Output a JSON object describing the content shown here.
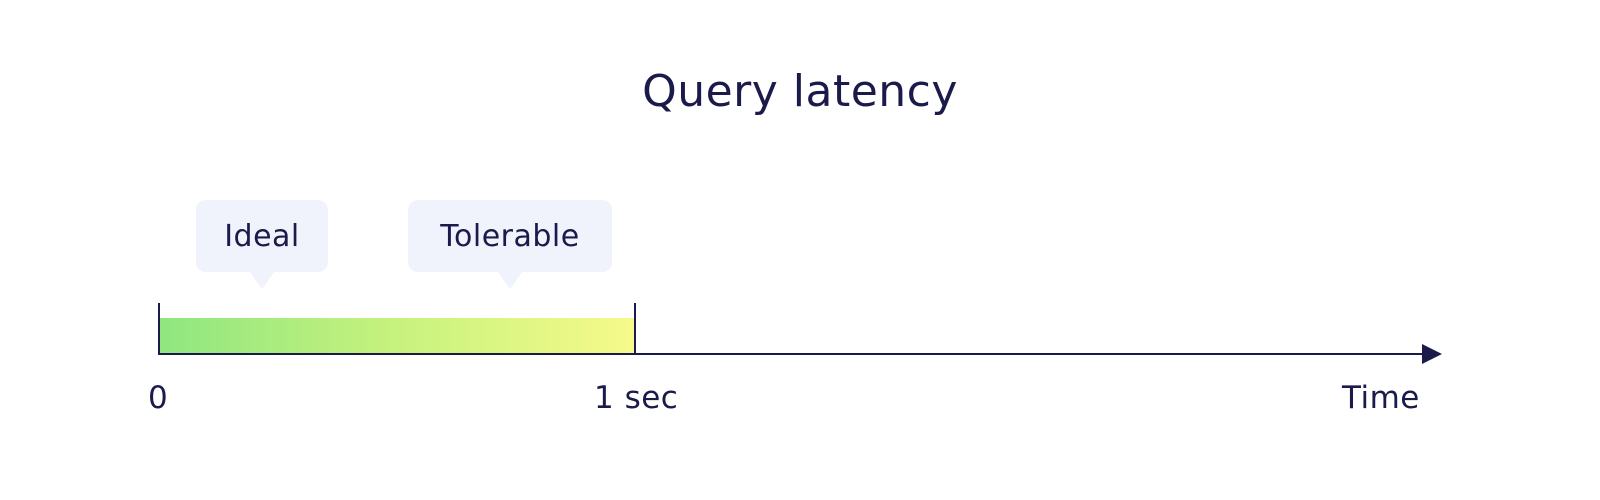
{
  "title": "Query latency",
  "bubbles": {
    "ideal": "Ideal",
    "tolerable": "Tolerable"
  },
  "axis": {
    "start_label": "0",
    "mark_label": "1 sec",
    "end_label": "Time"
  },
  "colors": {
    "text": "#1b1b4b",
    "bubble_bg": "#f1f3fc",
    "gradient_start": "#8fe680",
    "gradient_end": "#f6fa8a"
  }
}
